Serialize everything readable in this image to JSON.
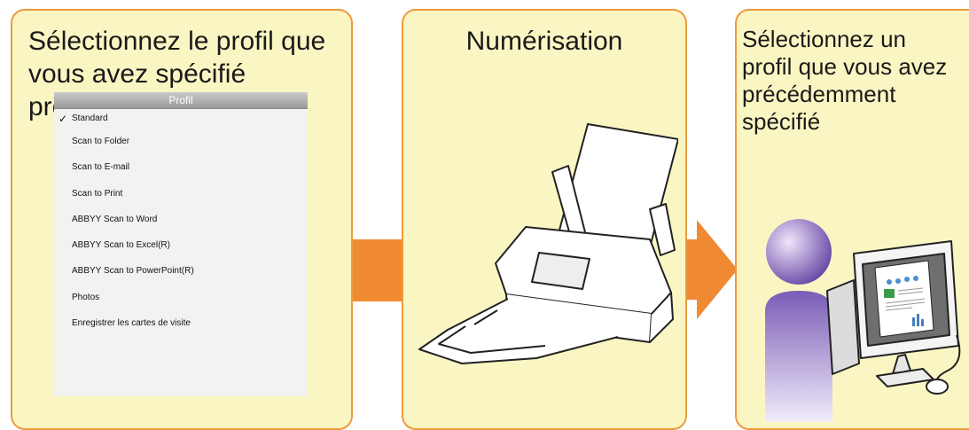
{
  "panels": [
    {
      "title": "Sélectionnez le profil que vous avez spécifié précedemment"
    },
    {
      "title": "Numérisation"
    },
    {
      "title": "Sélectionnez un\nprofil que vous avez\nprécédemment\nspécifié"
    }
  ],
  "menu": {
    "header": "Profil",
    "selected_index": 0,
    "check_icon": "checkmark-icon",
    "items": [
      "Standard",
      "Scan to Folder",
      "Scan to E-mail",
      "Scan to Print",
      "ABBYY Scan to Word",
      "ABBYY Scan to Excel(R)",
      "ABBYY Scan to PowerPoint(R)",
      "Photos",
      "Enregistrer les cartes de visite"
    ]
  },
  "icons": [
    "scanner-icon",
    "person-icon",
    "computer-icon",
    "arrow-right-icon"
  ],
  "colors": {
    "panel_fill": "#faf6c3",
    "panel_border": "#ee9a3d",
    "arrow": "#f08a32",
    "person": "#8b6fbf"
  }
}
